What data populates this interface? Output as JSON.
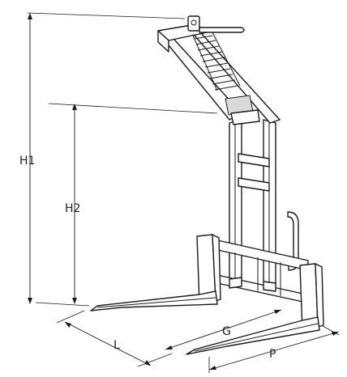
{
  "diagram": {
    "dimensions": {
      "h1": "H1",
      "h2": "H2",
      "l": "L",
      "g": "G",
      "p": "P"
    },
    "colors": {
      "line": "#1a1a1a",
      "background": "#ffffff"
    }
  }
}
